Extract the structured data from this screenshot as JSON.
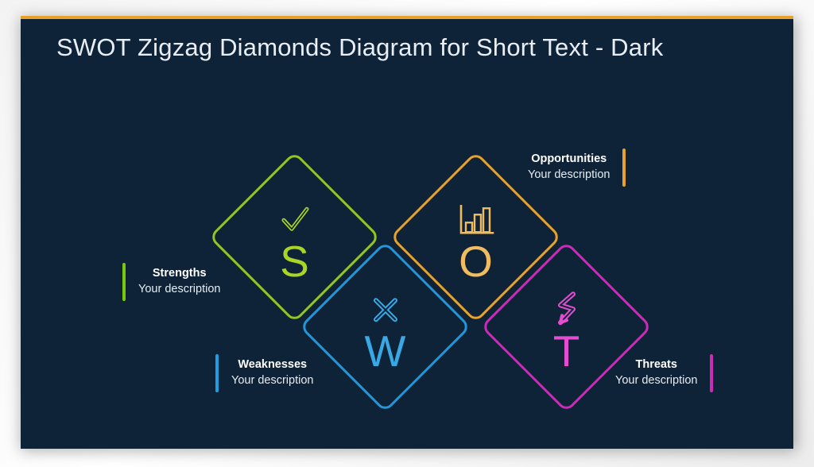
{
  "slide": {
    "title": "SWOT Zigzag Diamonds Diagram for Short Text - Dark",
    "background_color": "#0f2338",
    "accent_top_border_color": "#e8a22b"
  },
  "diagram": {
    "type": "swot-zigzag-diamonds",
    "items": [
      {
        "key": "strengths",
        "letter": "S",
        "icon": "checkmark-icon",
        "title": "Strengths",
        "description": "Your description",
        "color": "#95c520",
        "letter_color": "#a8d527",
        "bar_color": "#7ac70c",
        "label_side": "left"
      },
      {
        "key": "weaknesses",
        "letter": "W",
        "icon": "cross-x-icon",
        "title": "Weaknesses",
        "description": "Your description",
        "color": "#2296d8",
        "letter_color": "#39a9e5",
        "bar_color": "#1f9fe0",
        "label_side": "left"
      },
      {
        "key": "opportunities",
        "letter": "O",
        "icon": "bar-chart-icon",
        "title": "Opportunities",
        "description": "Your description",
        "color": "#e8a22b",
        "letter_color": "#f0bc62",
        "bar_color": "#e8a22b",
        "label_side": "right"
      },
      {
        "key": "threats",
        "letter": "T",
        "icon": "lightning-bolt-icon",
        "title": "Threats",
        "description": "Your description",
        "color": "#cc2bb8",
        "letter_color": "#e34ed0",
        "bar_color": "#cc2bb8",
        "label_side": "right"
      }
    ]
  }
}
